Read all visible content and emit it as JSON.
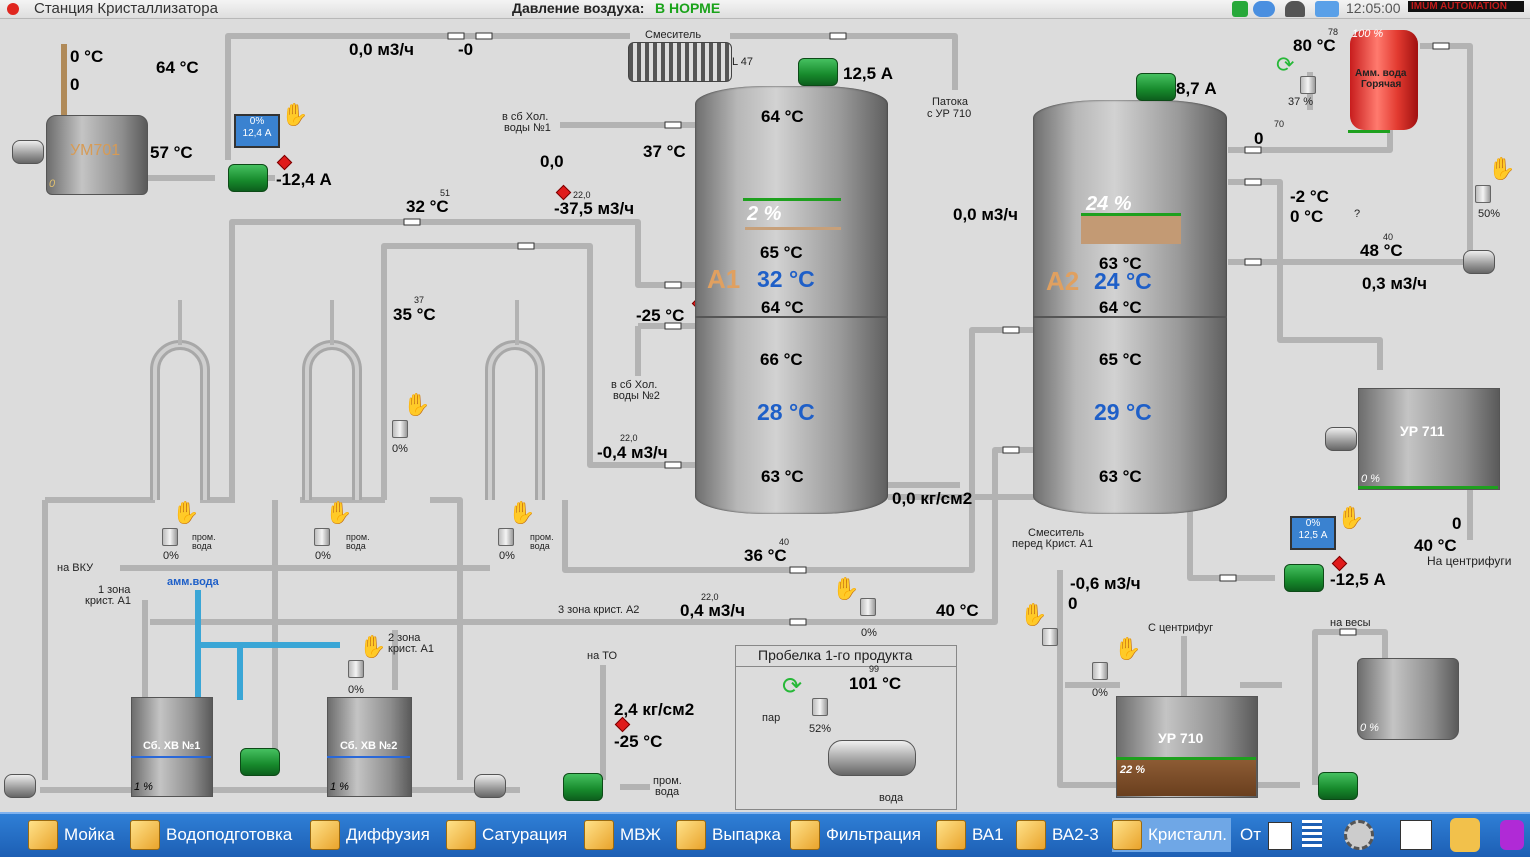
{
  "window": {
    "title": "Станция Кристаллизатора",
    "air_label": "Давление воздуха:",
    "air_status": "В НОРМЕ",
    "time": "12:05:00",
    "brand": "IMUM AUTOMATION"
  },
  "colors": {
    "pipe": "#b9b9b9",
    "accent_blue": "#1e5fc8",
    "status_green": "#1ea01e",
    "alarm_red": "#e01b1b",
    "ammonia_pipe": "#3aa6d6"
  },
  "vals": {
    "um701_t_left": "0 °C",
    "um701_val0": "0",
    "um701_t_top": "64 °C",
    "um701_name": "УМ701",
    "um701_t": "57 °C",
    "um701_zero": "0",
    "flow_top": "0,0 м3/ч",
    "flow_top2": "-0",
    "mixer": "Смеситель",
    "l47": "L 47",
    "pump_a1_current": "12,5 А",
    "pump_um_current": "-12,4 А",
    "pump_a2_current": "8,7 А",
    "molasses": "Патока",
    "molasses2": "с УР 710",
    "cold_water1": "в сб Хол.",
    "cold_water1b": "воды №1",
    "cold_water2": "в сб Хол.",
    "cold_water2b": "воды №2",
    "v00": "0,0",
    "t37": "37 °C",
    "t32": "32 °C",
    "t32sup": "51",
    "flow_375": "-37,5 м3/ч",
    "sup_22a": "22,0",
    "a1_level": "2 %",
    "a1_t_top": "64 °C",
    "a1_t1": "65 °C",
    "a1_name": "A1",
    "a1_main": "32 °C",
    "a1_t2": "64 °C",
    "a1_t3": "66 °C",
    "a1_bottom_big": "28 °C",
    "a1_t4": "63 °C",
    "t_minus25": "-25 °C",
    "t35": "35 °C",
    "t35sup": "37",
    "flow_04": "-0,4 м3/ч",
    "sup_22b": "22,0",
    "pressure": "0,0 кг/см2",
    "t36": "36 °C",
    "t36sup": "40",
    "a2_flow_left": "0,0 м3/ч",
    "a2_level": "24 %",
    "a2_t1": "63 °C",
    "a2_name": "A2",
    "a2_main": "24 °C",
    "a2_t2": "64 °C",
    "a2_t3": "65 °C",
    "a2_bottom_big": "29 °C",
    "a2_t4": "63 °C",
    "amm_pct": "100 %",
    "amm_name": "Амм. вода",
    "amm_name2": "Горячая",
    "amm_t": "80 °C",
    "amm_sup": "78",
    "amm_valve": "37 %",
    "r_zero": "0",
    "r_sup70": "70",
    "t_m2": "-2 °C",
    "t_0c": "0 °C",
    "q": "?",
    "valve50": "50%",
    "t48": "48 °C",
    "t48sup": "40",
    "flow_03": "0,3 м3/ч",
    "ur711": "УР 711",
    "ur711_pct": "0 %",
    "r_zero2": "0",
    "t40r": "40 °C",
    "to_centrifuge": "На центрифуги",
    "pump_a2b_current": "-12,5 А",
    "mixer_before": "Смеситель",
    "mixer_before2": "перед Крист. А1",
    "flow_06": "-0,6 м3/ч",
    "flow_06b": "0",
    "from_centr": "С центрифуг",
    "to_scales": "на весы",
    "ur710": "УР 710",
    "ur710_pct": "22 %",
    "right_tank_pct": "0 %",
    "zone3": "3 зона крист. А2",
    "flow_04b": "0,4 м3/ч",
    "sup_22c": "22,0",
    "t40mid": "40 °C",
    "valve0a": "0%",
    "to_vku": "на ВКУ",
    "zone1": "1 зона",
    "zone1b": "крист. А1",
    "amm_water": "амм.вода",
    "zone2": "2 зона",
    "zone2b": "крист. А1",
    "prom": "пром.",
    "voda": "вода",
    "sb1": "Сб. ХВ №1",
    "sb1_pct": "1 %",
    "sb2": "Сб. ХВ №2",
    "sb2_pct": "1 %",
    "to_TO": "на ТО",
    "p24": "2,4 кг/см2",
    "t_m25b": "-25 °C",
    "prom_voda1": "пром.",
    "prom_voda2": "вода",
    "wash_title": "Пробелка 1-го продукта",
    "wash_t": "101 °C",
    "wash_sup": "99",
    "steam": "пар",
    "wash_valve": "52%",
    "wash_water": "вода",
    "valve_pct": "0%",
    "mon_pct": "0%",
    "mon_a": "12,4 А",
    "mon2_pct": "0%",
    "mon2_a": "12,5 А"
  },
  "nav": [
    {
      "label": "Мойка"
    },
    {
      "label": "Водоподготовка"
    },
    {
      "label": "Диффузия"
    },
    {
      "label": "Сатурация"
    },
    {
      "label": "МВЖ"
    },
    {
      "label": "Выпарка"
    },
    {
      "label": "Фильтрация"
    },
    {
      "label": "ВА1"
    },
    {
      "label": "ВА2-3"
    },
    {
      "label": "Кристалл."
    },
    {
      "label": "От"
    }
  ]
}
